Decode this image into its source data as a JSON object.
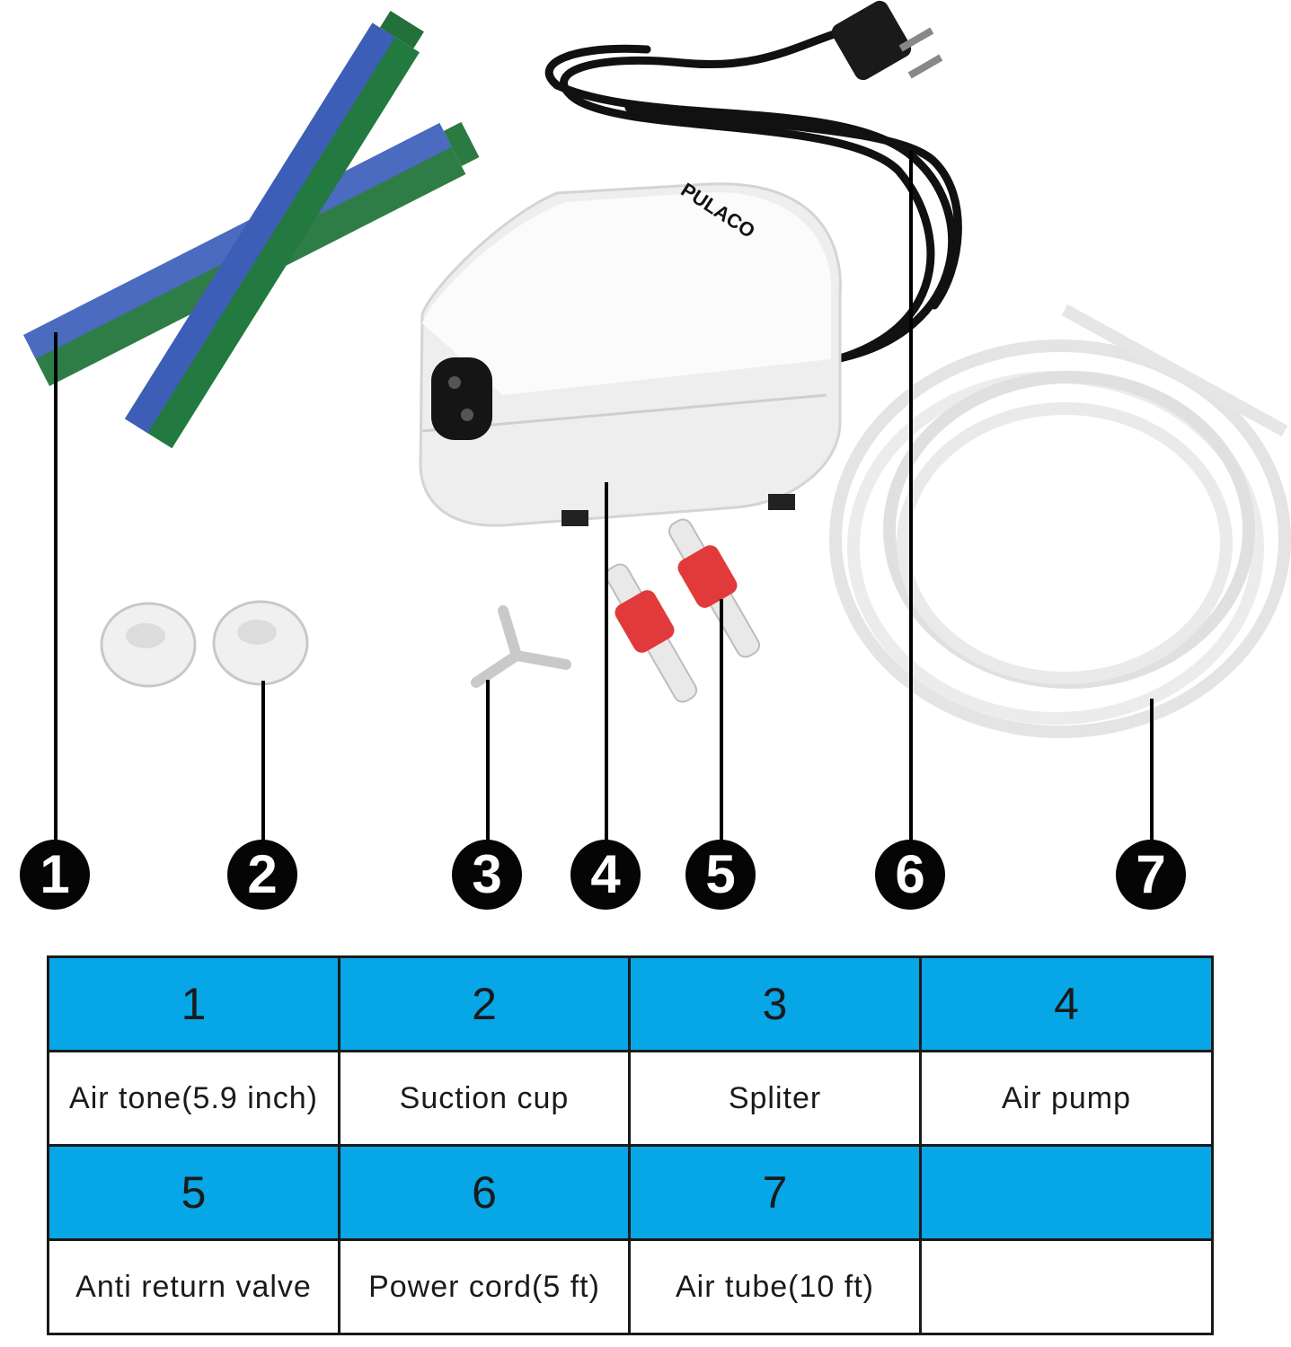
{
  "product": {
    "brand_text": "PULACO"
  },
  "callouts": [
    {
      "number": "1"
    },
    {
      "number": "2"
    },
    {
      "number": "3"
    },
    {
      "number": "4"
    },
    {
      "number": "5"
    },
    {
      "number": "6"
    },
    {
      "number": "7"
    }
  ],
  "table": {
    "rows": [
      [
        "1",
        "2",
        "3",
        "4"
      ],
      [
        "Air tone(5.9 inch)",
        "Suction cup",
        "Spliter",
        "Air pump"
      ],
      [
        "5",
        "6",
        "7",
        ""
      ],
      [
        "Anti return valve",
        "Power cord(5 ft)",
        "Air tube(10 ft)",
        ""
      ]
    ]
  },
  "colors": {
    "header_cell_bg": "#07a6e6",
    "air_stone_blue": "#3f5fb3",
    "air_stone_green": "#1f7a3e",
    "valve_red": "#e23a3a"
  }
}
